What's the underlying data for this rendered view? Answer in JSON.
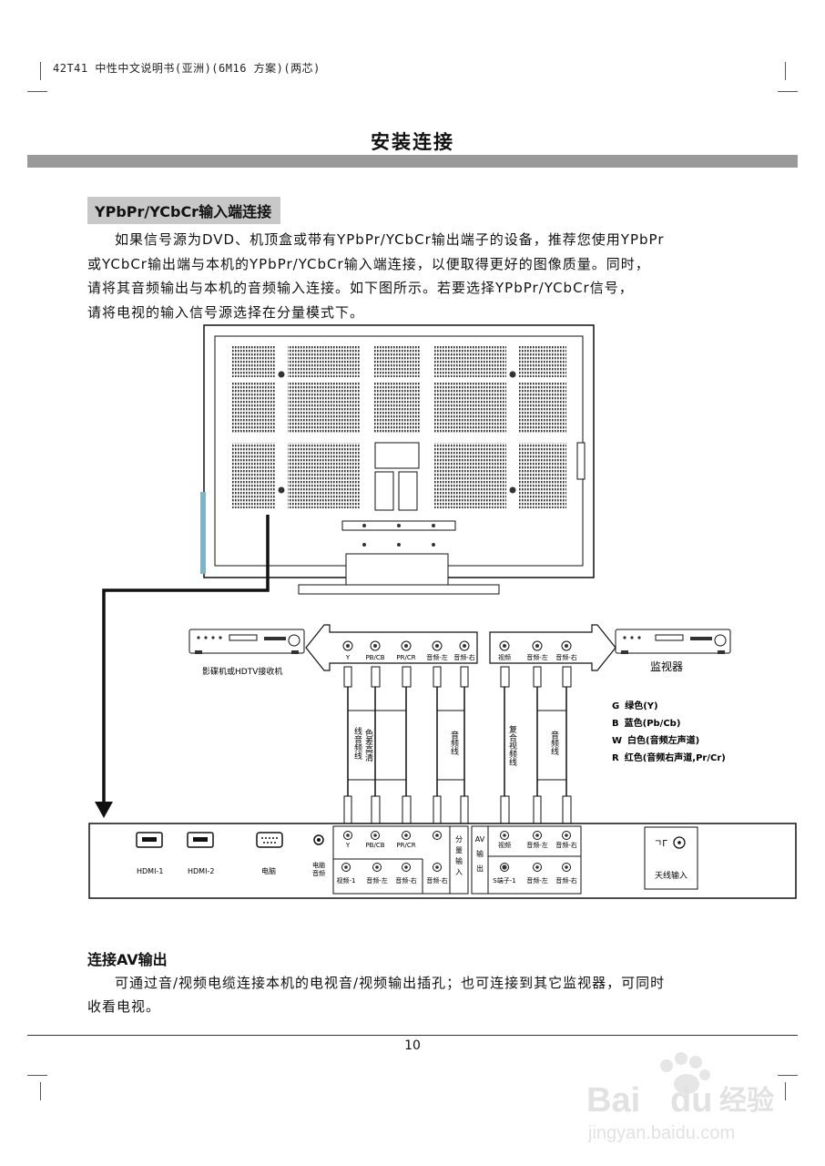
{
  "header": {
    "doc_code": "42T41 中性中文说明书(亚洲)(6M16 方案)(两芯)"
  },
  "page_title": "安装连接",
  "section": {
    "heading": "YPbPr/YCbCr输入端连接",
    "lines": [
      "如果信号源为DVD、机顶盒或带有YPbPr/YCbCr输出端子的设备，推荐您使用YPbPr",
      "或YCbCr输出端与本机的YPbPr/YCbCr输入端连接，以便取得更好的图像质量。同时，",
      "请将其音频输出与本机的音频输入连接。如下图所示。若要选择YPbPr/YCbCr信号，",
      "请将电视的输入信号源选择在分量模式下。"
    ]
  },
  "diagram": {
    "dvd_label": "影碟机或HDTV接收机",
    "monitor_label": "监视器",
    "src_ports": [
      "Y",
      "PB/CB",
      "PR/CR",
      "音频-左",
      "音频-右"
    ],
    "out_ports": [
      "视频",
      "音频-左",
      "音频-右"
    ],
    "cable_labels": {
      "component_col1": "色差高清",
      "component_col2": "线音频线",
      "audio1": "音频线",
      "composite": "复合视频线",
      "audio2": "音频线"
    },
    "legend": [
      {
        "key": "G",
        "text": "绿色(Y)"
      },
      {
        "key": "B",
        "text": "蓝色(Pb/Cb)"
      },
      {
        "key": "W",
        "text": "白色(音频左声道)"
      },
      {
        "key": "R",
        "text": "红色(音频右声道,Pr/Cr)"
      }
    ],
    "panel": {
      "hdmi1": "HDMI-1",
      "hdmi2": "HDMI-2",
      "pc": "电脑",
      "pc_audio_1": "电脑",
      "pc_audio_2": "音频",
      "comp_ports": [
        "Y",
        "PB/CB",
        "PR/CR"
      ],
      "comp_bottom": [
        "视频-1",
        "音频-左",
        "音频-右"
      ],
      "comp_audio_r": "音频-右",
      "comp_side": [
        "分",
        "量",
        "输",
        "入"
      ],
      "av_side": [
        "AV",
        "输",
        "出"
      ],
      "av_top": [
        "视频",
        "音频-左",
        "音频-右"
      ],
      "av_bottom": [
        "S端子-1",
        "音频-左",
        "音频-右"
      ],
      "antenna_symbol": "ㄱΓ",
      "antenna": "天线输入"
    }
  },
  "av_section": {
    "heading": "连接AV输出",
    "lines": [
      "可通过音/视频电缆连接本机的电视音/视频输出插孔；也可连接到其它监视器，可同时",
      "收看电视。"
    ]
  },
  "page_number": "10",
  "watermark": {
    "brand_1": "Bai",
    "brand_2": "du",
    "brand_3": "经验",
    "url": "jingyan.baidu.com"
  }
}
